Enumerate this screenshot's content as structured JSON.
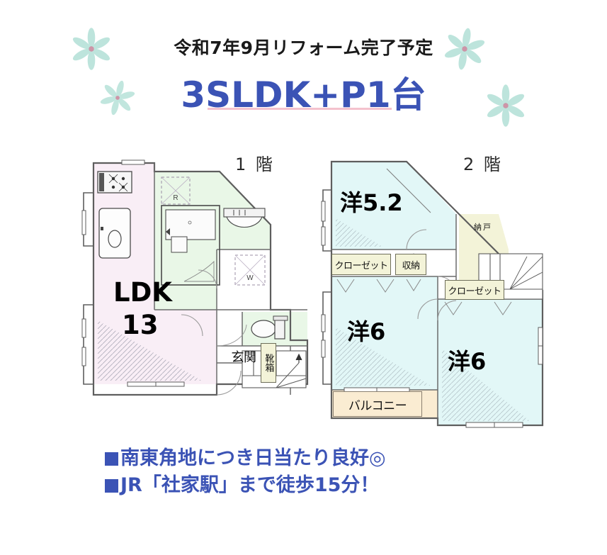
{
  "header": {
    "subtitle": "令和7年9月リフォーム完了予定",
    "title": "3SLDK+P1台",
    "accent_color": "#3b53b5",
    "underline_color": "#f2b7c4",
    "flower_petal_color": "#b2e0d6",
    "flower_center_color": "#c98a9e"
  },
  "floor1": {
    "label": "1 階",
    "rooms": [
      {
        "name": "LDK",
        "size": "13"
      }
    ],
    "tags": [
      {
        "label": "靴箱",
        "orientation": "vertical"
      },
      {
        "label": "玄関",
        "orientation": "horizontal"
      }
    ],
    "fixtures": [
      {
        "name": "refrigerator-space",
        "glyph": "R"
      },
      {
        "name": "washer-space",
        "glyph": "W"
      },
      {
        "name": "kitchen-stove",
        "glyph": ""
      },
      {
        "name": "kitchen-sink",
        "glyph": ""
      },
      {
        "name": "bathtub",
        "glyph": ""
      },
      {
        "name": "washbasin",
        "glyph": ""
      },
      {
        "name": "toilet",
        "glyph": ""
      },
      {
        "name": "staircase",
        "glyph": ""
      }
    ],
    "colors": {
      "ldk_fill": "#f9eef6",
      "wet_area_fill": "#e9f7e7",
      "wall": "#6b6b6b"
    }
  },
  "floor2": {
    "label": "2 階",
    "rooms": [
      {
        "name": "洋5.2"
      },
      {
        "name": "洋6"
      },
      {
        "name": "洋6"
      }
    ],
    "tags": [
      {
        "label": "クローゼット"
      },
      {
        "label": "収納"
      },
      {
        "label": "クローゼット"
      },
      {
        "label": "納戸"
      },
      {
        "label": "バルコニー"
      }
    ],
    "colors": {
      "room_fill": "#e2f7f7",
      "storage_fill": "#f3f3d8",
      "balcony_fill": "#faecd2",
      "wall": "#6b6b6b"
    }
  },
  "footer": {
    "lines": [
      "南東角地につき日当たり良好◎",
      "JR「社家駅」まで徒歩15分！"
    ],
    "bullet": "■",
    "color": "#3b53b5"
  }
}
